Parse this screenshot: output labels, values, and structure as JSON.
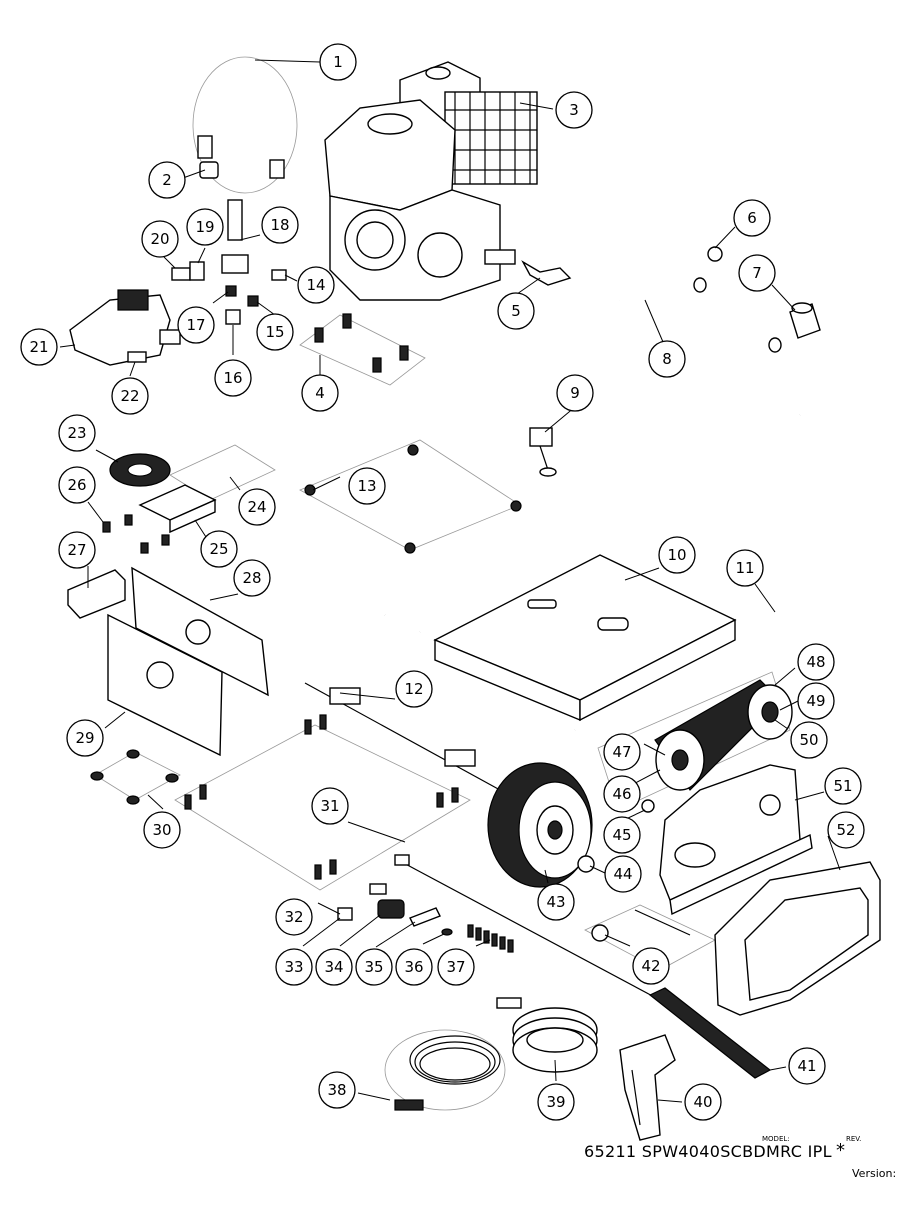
{
  "callouts": [
    {
      "id": 1,
      "label": "1"
    },
    {
      "id": 2,
      "label": "2"
    },
    {
      "id": 3,
      "label": "3"
    },
    {
      "id": 4,
      "label": "4"
    },
    {
      "id": 5,
      "label": "5"
    },
    {
      "id": 6,
      "label": "6"
    },
    {
      "id": 7,
      "label": "7"
    },
    {
      "id": 8,
      "label": "8"
    },
    {
      "id": 9,
      "label": "9"
    },
    {
      "id": 10,
      "label": "10"
    },
    {
      "id": 11,
      "label": "11"
    },
    {
      "id": 12,
      "label": "12"
    },
    {
      "id": 13,
      "label": "13"
    },
    {
      "id": 14,
      "label": "14"
    },
    {
      "id": 15,
      "label": "15"
    },
    {
      "id": 16,
      "label": "16"
    },
    {
      "id": 17,
      "label": "17"
    },
    {
      "id": 18,
      "label": "18"
    },
    {
      "id": 19,
      "label": "19"
    },
    {
      "id": 20,
      "label": "20"
    },
    {
      "id": 21,
      "label": "21"
    },
    {
      "id": 22,
      "label": "22"
    },
    {
      "id": 23,
      "label": "23"
    },
    {
      "id": 24,
      "label": "24"
    },
    {
      "id": 25,
      "label": "25"
    },
    {
      "id": 26,
      "label": "26"
    },
    {
      "id": 27,
      "label": "27"
    },
    {
      "id": 28,
      "label": "28"
    },
    {
      "id": 29,
      "label": "29"
    },
    {
      "id": 30,
      "label": "30"
    },
    {
      "id": 31,
      "label": "31"
    },
    {
      "id": 32,
      "label": "32"
    },
    {
      "id": 33,
      "label": "33"
    },
    {
      "id": 34,
      "label": "34"
    },
    {
      "id": 35,
      "label": "35"
    },
    {
      "id": 36,
      "label": "36"
    },
    {
      "id": 37,
      "label": "37"
    },
    {
      "id": 38,
      "label": "38"
    },
    {
      "id": 39,
      "label": "39"
    },
    {
      "id": 40,
      "label": "40"
    },
    {
      "id": 41,
      "label": "41"
    },
    {
      "id": 42,
      "label": "42"
    },
    {
      "id": 43,
      "label": "43"
    },
    {
      "id": 44,
      "label": "44"
    },
    {
      "id": 45,
      "label": "45"
    },
    {
      "id": 46,
      "label": "46"
    },
    {
      "id": 47,
      "label": "47"
    },
    {
      "id": 48,
      "label": "48"
    },
    {
      "id": 49,
      "label": "49"
    },
    {
      "id": 50,
      "label": "50"
    },
    {
      "id": 51,
      "label": "51"
    },
    {
      "id": 52,
      "label": "52"
    }
  ],
  "title_block": {
    "model_caption": "MODEL:",
    "rev_caption": "REV.",
    "title": "65211 SPW4040SCBDMRC IPL",
    "rev": "*",
    "version_label": "Version:"
  }
}
